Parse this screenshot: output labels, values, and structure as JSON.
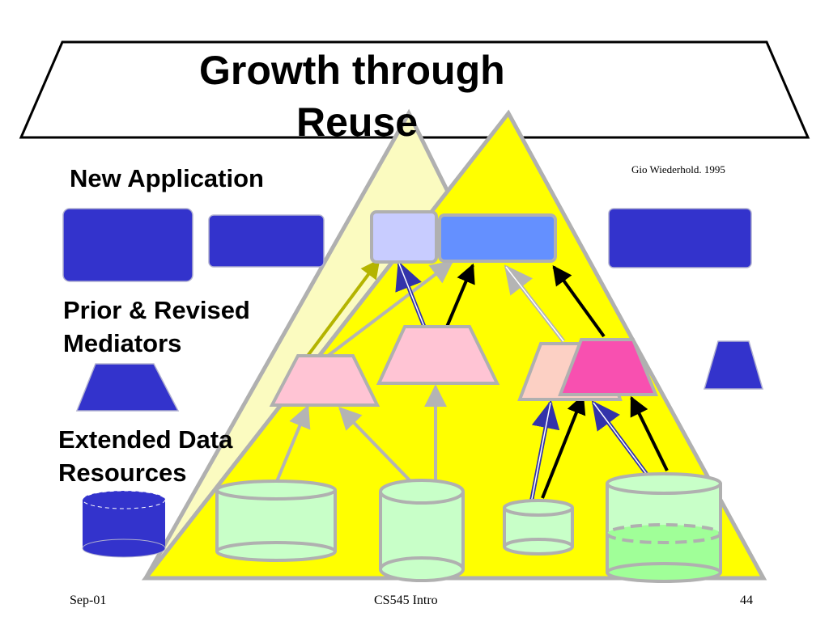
{
  "title": {
    "line1": "Growth through",
    "line2": "Reuse"
  },
  "credit": "Gio Wiederhold.  1995",
  "labels": {
    "new_application": "New Application",
    "mediators_line1": "Prior & Revised",
    "mediators_line2": "Mediators",
    "resources_line1": "Extended Data",
    "resources_line2": "Resources"
  },
  "footer": {
    "left": "Sep-01",
    "center": "CS545 Intro",
    "right": "44"
  },
  "colors": {
    "old_triangle": "#fbfbc0",
    "new_triangle": "#ffff00",
    "legend_blue": "#3333cc",
    "app_light": "#c8ccff",
    "app_main": "#6490ff",
    "mediator_pink": "#ffc4d4",
    "mediator_peach": "#fcd0c4",
    "mediator_hot": "#f850b0",
    "db_green": "#c8ffc8",
    "db_green_dark": "#a0ff98",
    "outline_grey": "#b0b0b0"
  }
}
